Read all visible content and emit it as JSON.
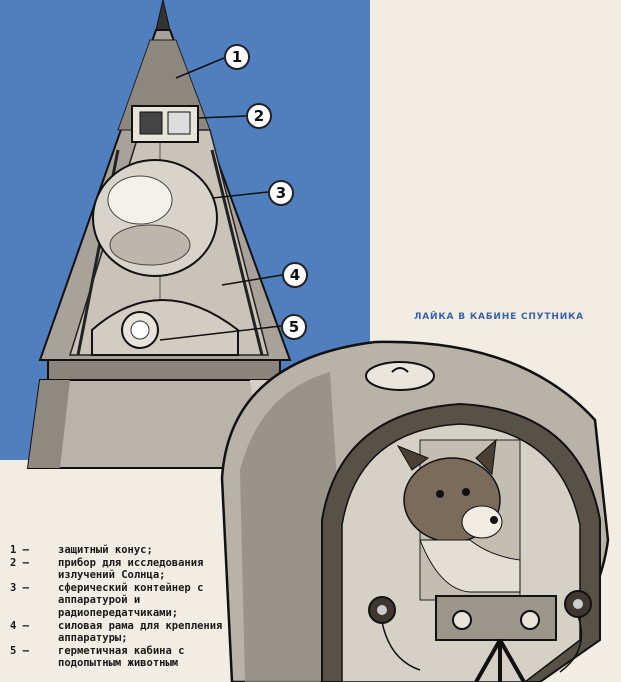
{
  "caption": "ЛАЙКА В КАБИНЕ СПУТНИКА",
  "callouts": [
    "1",
    "2",
    "3",
    "4",
    "5"
  ],
  "legend": [
    {
      "num": "1 —",
      "text": "защитный конус;"
    },
    {
      "num": "2 —",
      "text": "прибор для исследования излучений Солнца;"
    },
    {
      "num": "3 —",
      "text": "сферический контейнер с аппаратурой и радиопередатчиками;"
    },
    {
      "num": "4 —",
      "text": "силовая рама для крепления аппаратуры;"
    },
    {
      "num": "5 —",
      "text": "герметичная кабина с подопытным животным"
    }
  ],
  "colors": {
    "background_blue": "#4f7fbf",
    "caption_blue": "#3b63a8",
    "paper": "#f2ede4"
  }
}
